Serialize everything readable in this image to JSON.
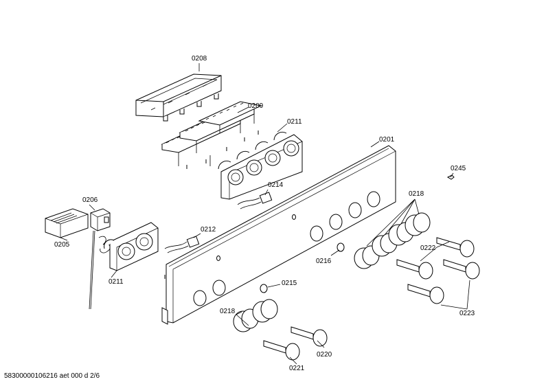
{
  "diagram": {
    "part_labels": {
      "p0208": "0208",
      "p0209": "0209",
      "p0211_top": "0211",
      "p0201": "0201",
      "p0245": "0245",
      "p0214": "0214",
      "p0206": "0206",
      "p0205": "0205",
      "p0212": "0212",
      "p0211_left": "0211",
      "p0218_top": "0218",
      "p0222": "0222",
      "p0216": "0216",
      "p0215": "0215",
      "p0218_bottom": "0218",
      "p0220": "0220",
      "p0221": "0221",
      "p0223": "0223"
    },
    "footer": "58300000106216 aet 000 d 2/6"
  }
}
